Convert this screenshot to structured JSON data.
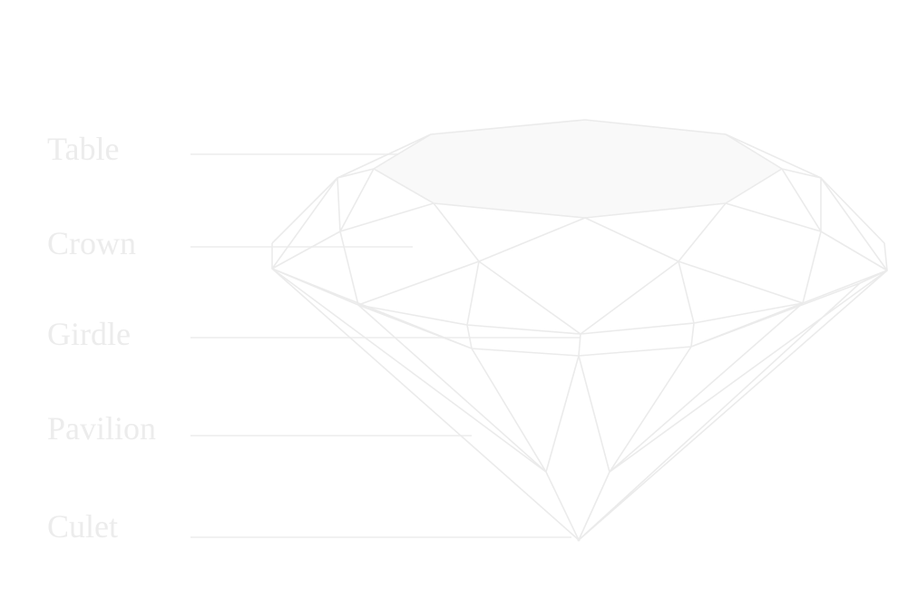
{
  "diagram": {
    "labels": {
      "table": "Table",
      "crown": "Crown",
      "girdle": "Girdle",
      "pavilion": "Pavilion",
      "culet": "Culet"
    },
    "colors": {
      "label": "#ececec",
      "line": "#ebebeb",
      "table_fill": "#f9f9f9",
      "background": "#ffffff"
    }
  }
}
